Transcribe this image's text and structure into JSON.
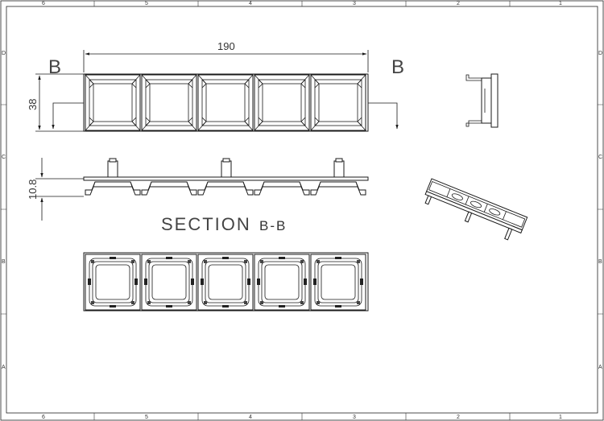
{
  "zones": {
    "columns": [
      "6",
      "5",
      "4",
      "3",
      "2",
      "1"
    ],
    "rows": [
      "D",
      "C",
      "B",
      "A"
    ]
  },
  "dimensions": {
    "length": "190",
    "height": "38",
    "section_height": "10.8"
  },
  "section_marker": {
    "left": "B",
    "right": "B"
  },
  "section_title": "SECTION",
  "section_name": "B-B"
}
